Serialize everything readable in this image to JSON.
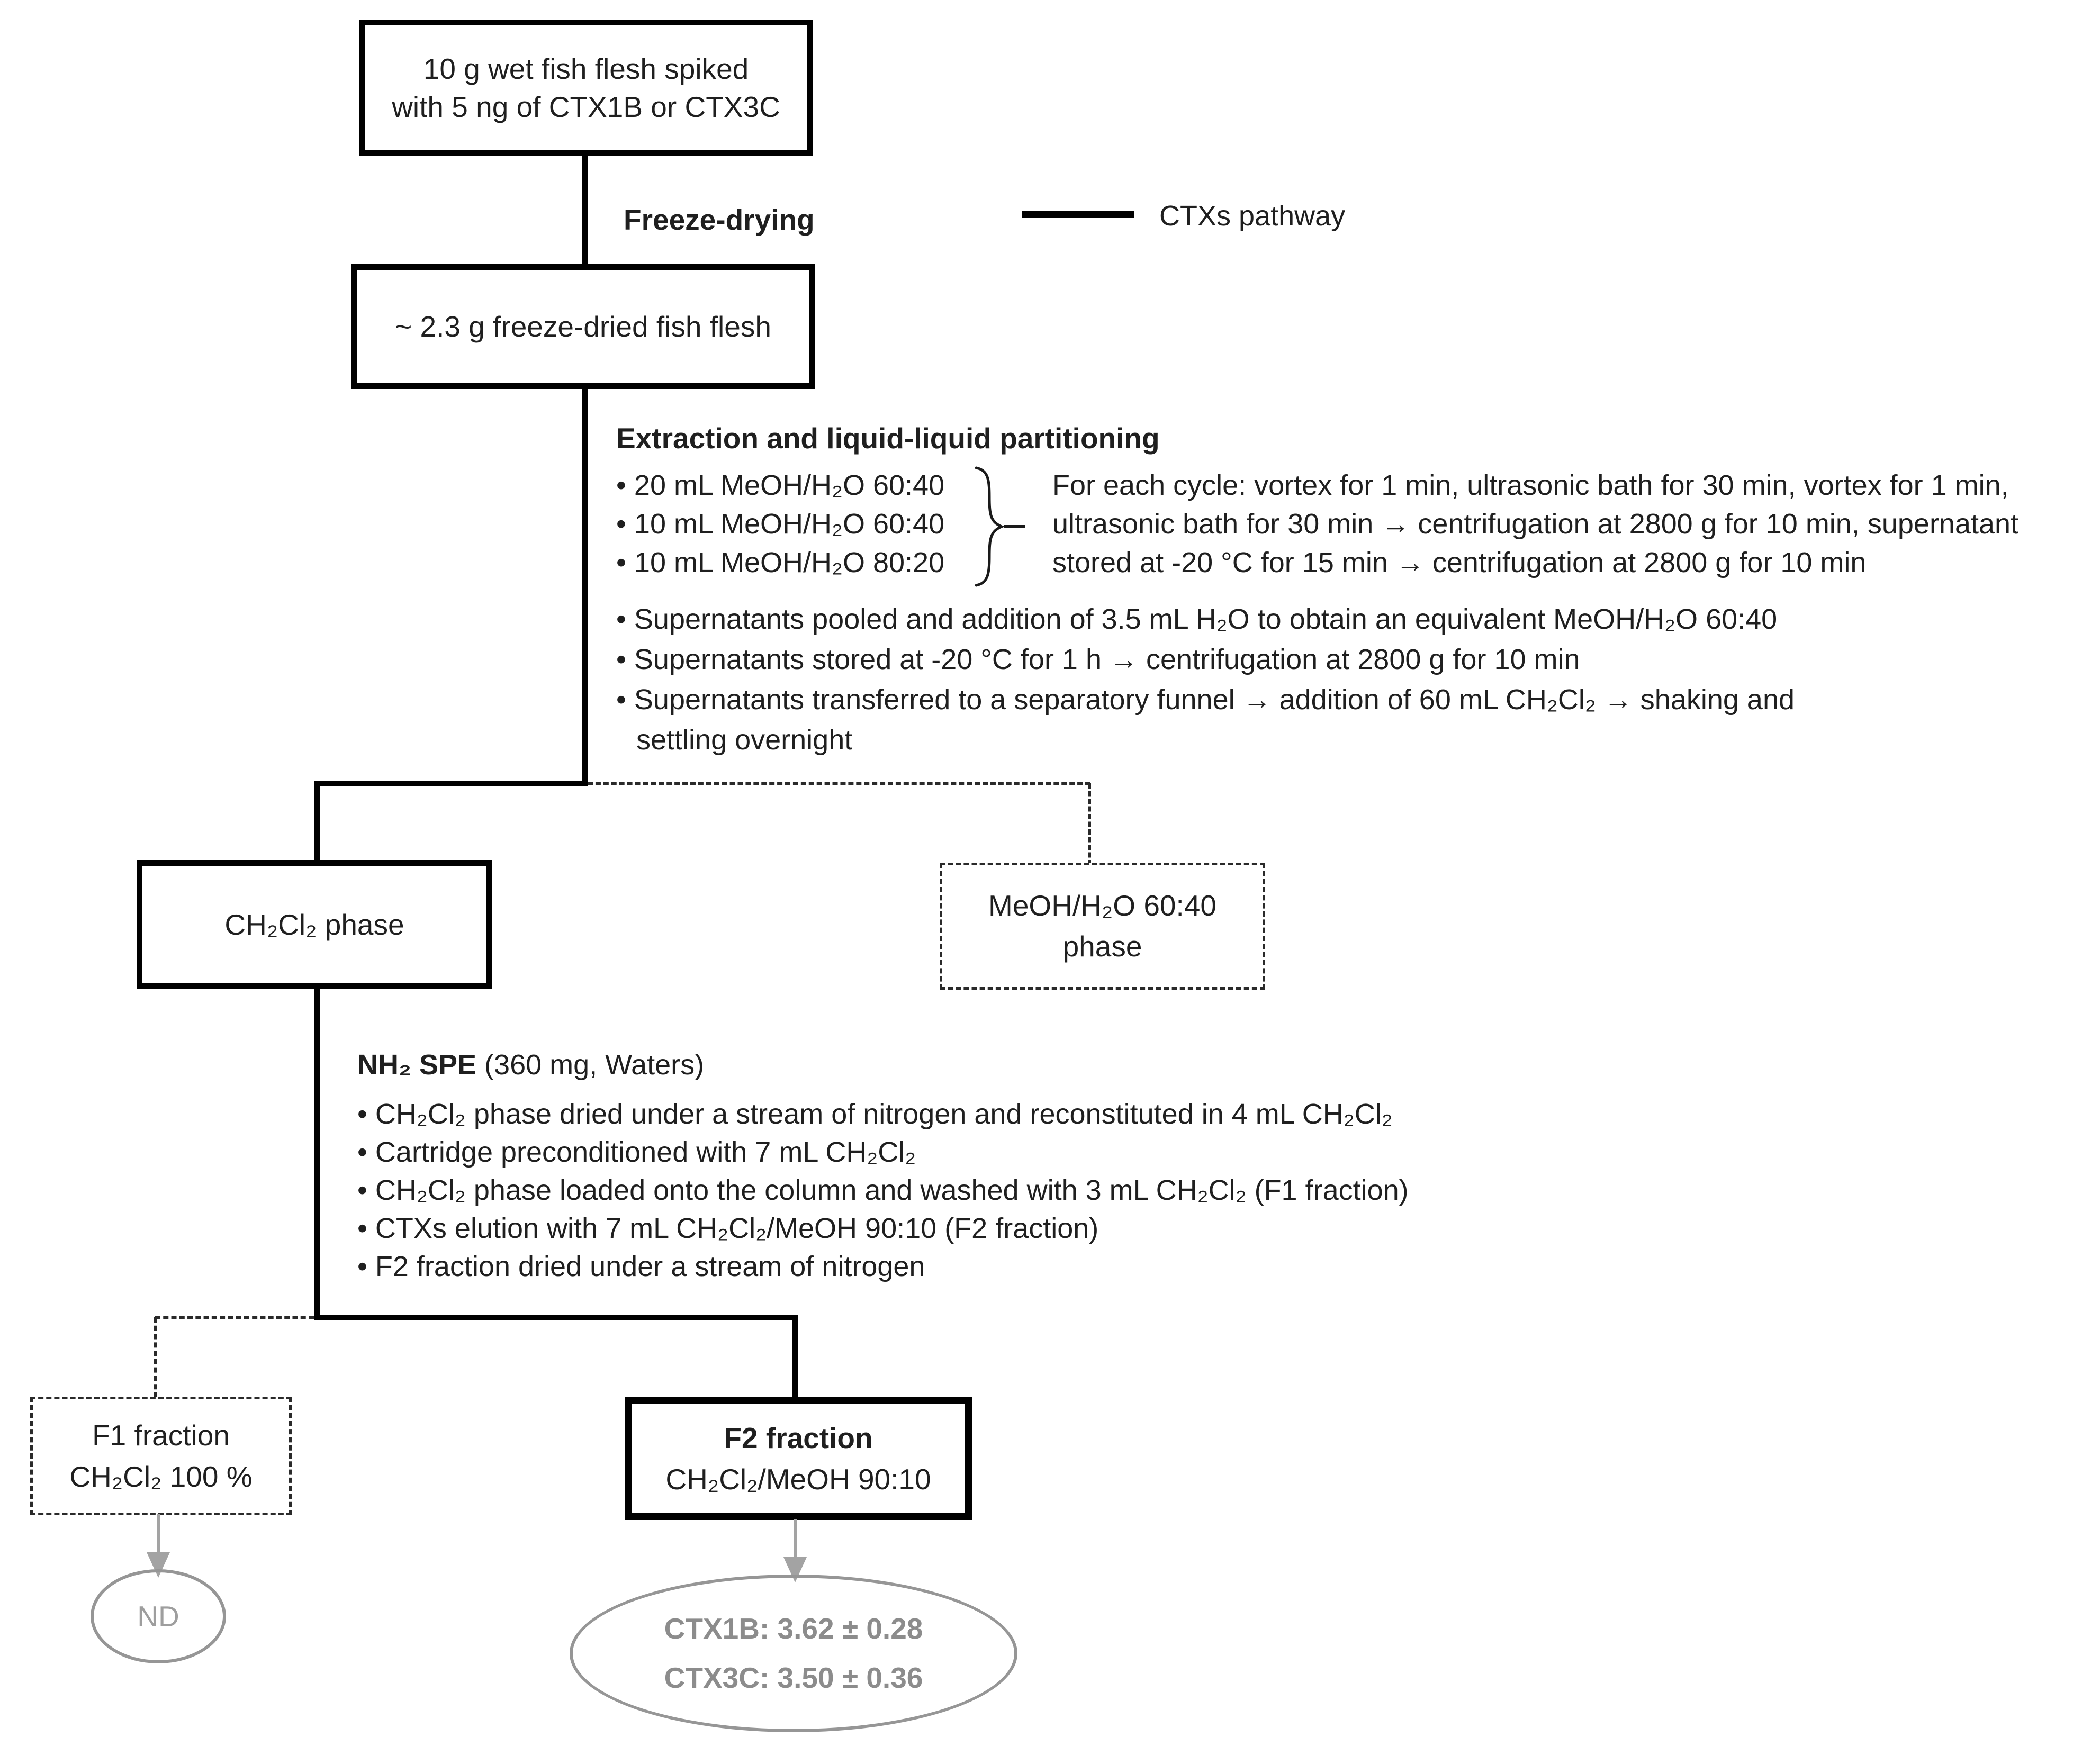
{
  "colors": {
    "line": "#000000",
    "dashed_line": "#2a2a2a",
    "gray_stroke": "#969696",
    "gray_text": "#8c8c8c",
    "arrow_gray": "#a3a3a3",
    "background": "#ffffff"
  },
  "legend": {
    "label": "CTXs pathway"
  },
  "nodes": {
    "start_box": {
      "line1": "10 g wet fish flesh spiked",
      "line2": "with 5 ng of CTX1B or CTX3C"
    },
    "freeze_label": "Freeze-drying",
    "dried_box": "~ 2.3 g freeze-dried fish flesh",
    "ch2cl2_box": "CH₂Cl₂ phase",
    "meoh_box": {
      "line1": "MeOH/H₂O 60:40",
      "line2": "phase"
    },
    "f1_box": {
      "line1": "F1 fraction",
      "line2": "CH₂Cl₂ 100 %"
    },
    "f2_box": {
      "line1": "F2 fraction",
      "line2": "CH₂Cl₂/MeOH 90:10"
    },
    "nd_ellipse": "ND",
    "result_ellipse": {
      "line1": "CTX1B: 3.62 ± 0.28",
      "line2": "CTX3C: 3.50 ± 0.36"
    }
  },
  "extraction": {
    "heading": "Extraction and liquid-liquid partitioning",
    "solvent_bullets": [
      "• 20 mL MeOH/H₂O 60:40",
      "• 10 mL MeOH/H₂O 60:40",
      "• 10 mL MeOH/H₂O 80:20"
    ],
    "cycle_note_lines": [
      "For each cycle: vortex for 1 min, ultrasonic bath for 30 min, vortex for 1 min,",
      "ultrasonic bath for 30 min → centrifugation at 2800 g for 10 min, supernatant",
      "stored at -20 °C for 15 min → centrifugation at 2800 g for 10 min"
    ],
    "bullets": [
      "• Supernatants pooled and addition of 3.5 mL H₂O to obtain an equivalent MeOH/H₂O 60:40",
      "• Supernatants stored at -20 °C for 1 h → centrifugation at 2800 g for 10 min",
      "• Supernatants transferred to a separatory funnel → addition of 60 mL CH₂Cl₂ → shaking and"
    ],
    "continuation": "settling overnight"
  },
  "spe": {
    "heading_bold": "NH₂ SPE",
    "heading_rest": " (360 mg, Waters)",
    "bullets": [
      "• CH₂Cl₂ phase dried under a stream of nitrogen and reconstituted in 4 mL CH₂Cl₂",
      "• Cartridge preconditioned with 7 mL CH₂Cl₂",
      "• CH₂Cl₂ phase loaded onto the column and washed with 3 mL CH₂Cl₂ (F1 fraction)",
      "• CTXs elution with 7 mL CH₂Cl₂/MeOH 90:10 (F2 fraction)",
      "• F2 fraction dried under a stream of nitrogen"
    ]
  }
}
